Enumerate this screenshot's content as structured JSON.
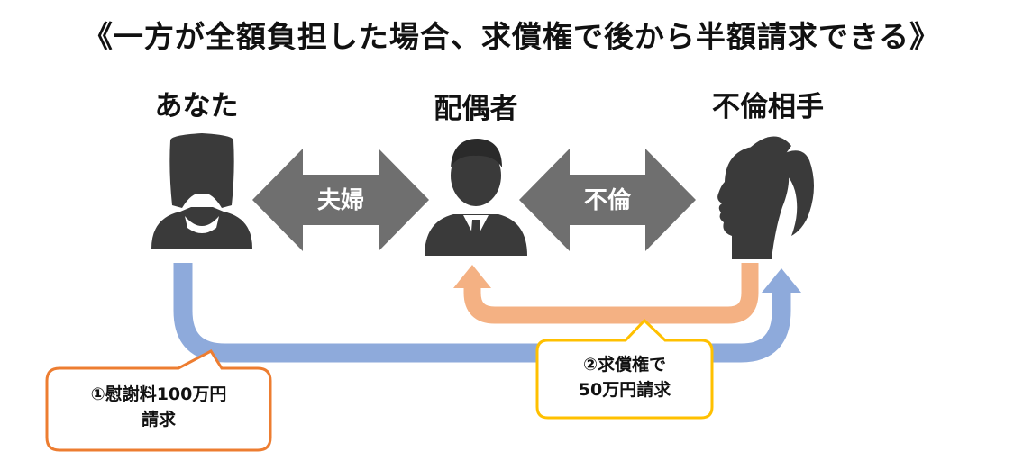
{
  "title": "《一方が全額負担した場合、求償権で後から半額請求できる》",
  "people": {
    "you": "あなた",
    "spouse": "配偶者",
    "partner": "不倫相手"
  },
  "relations": {
    "left": "夫婦",
    "right": "不倫"
  },
  "callouts": {
    "first": "①慰謝料100万円\n請求",
    "second": "②求償権で\n50万円請求"
  },
  "colors": {
    "blue_arrow": "#8eaadb",
    "orange_arrow": "#f4b183",
    "callout_orange": "#ed7d31",
    "callout_yellow": "#ffc000",
    "silhouette": "#3a3a3a",
    "double_arrow": "#6f6f6f"
  },
  "icons": [
    "woman-silhouette-icon",
    "businessman-silhouette-icon",
    "ponytail-woman-silhouette-icon"
  ]
}
